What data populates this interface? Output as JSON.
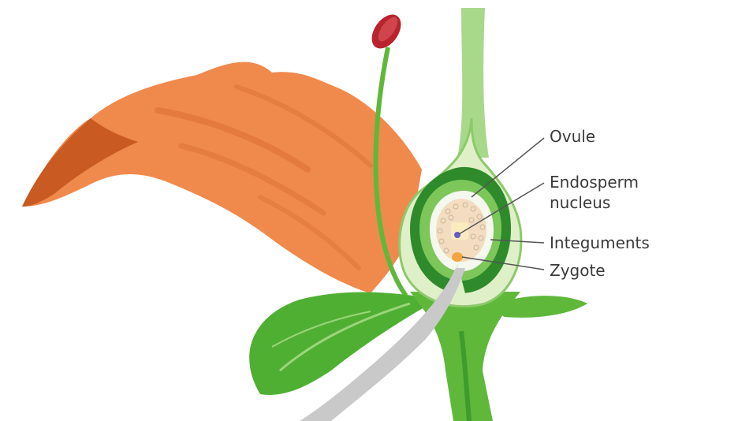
{
  "labels": {
    "ovule": "Ovule",
    "endosperm_line1": "Endosperm",
    "endosperm_line2": "nucleus",
    "integuments": "Integuments",
    "zygote": "Zygote"
  },
  "colors": {
    "petal": "#f0894c",
    "petal_dark": "#c85a22",
    "petal_shadow": "#de7339",
    "stem_green": "#5fb83a",
    "leaf_green": "#4faf33",
    "dark_green": "#2e8a2a",
    "pale_green": "#dff0c8",
    "ovule_cream": "#f3dcc0",
    "zygote": "#f2a640",
    "anther": "#b8232f",
    "leader_line": "#555555"
  }
}
